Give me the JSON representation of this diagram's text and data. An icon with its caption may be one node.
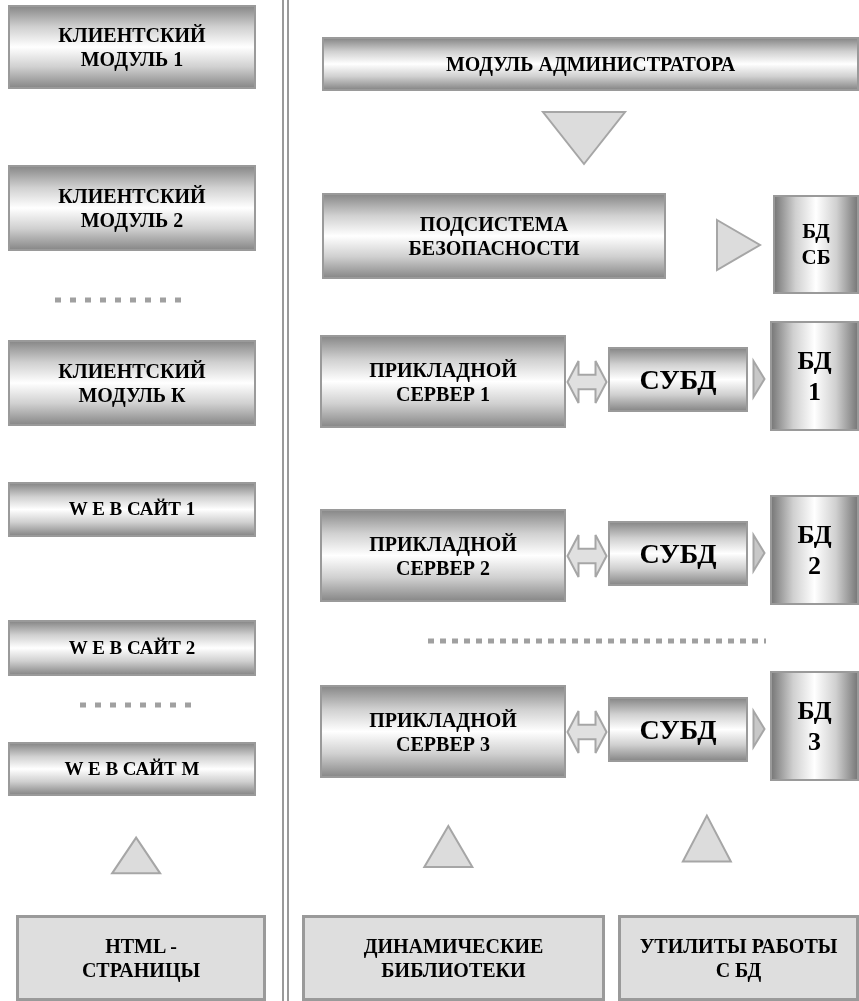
{
  "diagram": {
    "nodes": [
      {
        "text": [
          "КЛИЕНТСКИЙ МОДУЛЬ 1"
        ]
      },
      {
        "text": [
          "КЛИЕНТСКИЙ МОДУЛЬ 2"
        ]
      },
      {
        "text": [
          "КЛИЕНТСКИЙ МОДУЛЬ К"
        ]
      },
      {
        "text": [
          "W E B САЙТ 1"
        ]
      },
      {
        "text": [
          "W E B САЙТ 2"
        ]
      },
      {
        "text": [
          "W E B САЙТ M"
        ]
      },
      {
        "text": [
          "МОДУЛЬ АДМИНИСТРАТОРА"
        ]
      },
      {
        "text": [
          "ПОДСИСТЕМА БЕЗОПАСНОСТИ"
        ]
      },
      {
        "text": [
          "БД СБ"
        ]
      },
      {
        "text": [
          "ПРИКЛАДНОЙ СЕРВЕР 1"
        ]
      },
      {
        "text": [
          "СУБД"
        ]
      },
      {
        "text": [
          "БД 1"
        ]
      },
      {
        "text": [
          "ПРИКЛАДНОЙ СЕРВЕР 2"
        ]
      },
      {
        "text": [
          "СУБД"
        ]
      },
      {
        "text": [
          "БД 2"
        ]
      },
      {
        "text": [
          "ПРИКЛАДНОЙ СЕРВЕР 3"
        ]
      },
      {
        "text": [
          "СУБД"
        ]
      },
      {
        "text": [
          "БД 3"
        ]
      },
      {
        "text": [
          "HTML - СТРАНИЦЫ"
        ]
      },
      {
        "text": [
          "ДИНАМИЧЕСКИЕ БИБЛИОТЕКИ"
        ]
      },
      {
        "text": [
          "УТИЛИТЫ РАБОТЫ С БД"
        ]
      }
    ],
    "edges": [
      {
        "from": 6,
        "to": 7,
        "arrow": "to"
      },
      {
        "from": 7,
        "to": 8,
        "arrow": "to"
      },
      {
        "from": 9,
        "to": 10,
        "arrow": "both"
      },
      {
        "from": 10,
        "to": 11,
        "arrow": "to"
      },
      {
        "from": 12,
        "to": 13,
        "arrow": "both"
      },
      {
        "from": 13,
        "to": 14,
        "arrow": "to"
      },
      {
        "from": 15,
        "to": 16,
        "arrow": "both"
      },
      {
        "from": 16,
        "to": 17,
        "arrow": "to"
      },
      {
        "from": 18,
        "to": 5,
        "arrow": "to"
      },
      {
        "from": 19,
        "to": 15,
        "arrow": "to"
      },
      {
        "from": 20,
        "to": 16,
        "arrow": "to"
      }
    ]
  }
}
